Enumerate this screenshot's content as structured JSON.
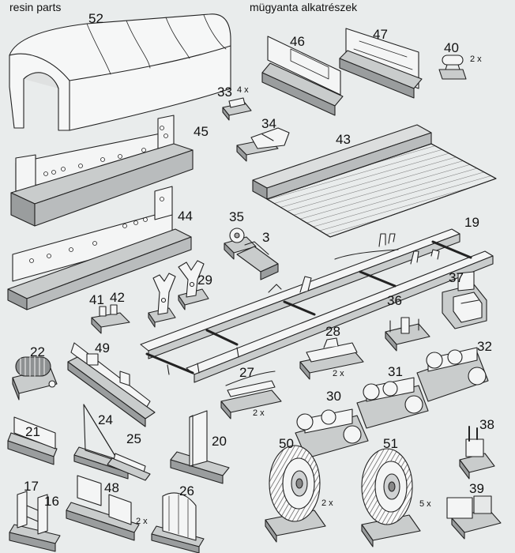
{
  "header": {
    "left_title": "resin parts",
    "right_title": "mügyanta alkatrészek"
  },
  "parts": [
    {
      "number": "52"
    },
    {
      "number": "46"
    },
    {
      "number": "47"
    },
    {
      "number": "40",
      "qty": "2 x"
    },
    {
      "number": "33",
      "qty": "4 x"
    },
    {
      "number": "45"
    },
    {
      "number": "34"
    },
    {
      "number": "43"
    },
    {
      "number": "44"
    },
    {
      "number": "35"
    },
    {
      "number": "3"
    },
    {
      "number": "19"
    },
    {
      "number": "29"
    },
    {
      "number": "37"
    },
    {
      "number": "41"
    },
    {
      "number": "42"
    },
    {
      "number": "36"
    },
    {
      "number": "28",
      "qty": "2 x"
    },
    {
      "number": "22"
    },
    {
      "number": "49"
    },
    {
      "number": "32"
    },
    {
      "number": "27",
      "qty": "2 x"
    },
    {
      "number": "31"
    },
    {
      "number": "30"
    },
    {
      "number": "24"
    },
    {
      "number": "21"
    },
    {
      "number": "25"
    },
    {
      "number": "20"
    },
    {
      "number": "50",
      "qty": "2 x"
    },
    {
      "number": "51",
      "qty": "5 x"
    },
    {
      "number": "38"
    },
    {
      "number": "17"
    },
    {
      "number": "16"
    },
    {
      "number": "48",
      "qty": "2 x"
    },
    {
      "number": "26"
    },
    {
      "number": "39"
    }
  ],
  "colors": {
    "background": "#e9ecec",
    "line": "#222222",
    "part_fill": "#f4f5f5",
    "base_top": "#c9cccc",
    "base_side": "#9a9d9e",
    "shade": "#b9bcbd"
  }
}
